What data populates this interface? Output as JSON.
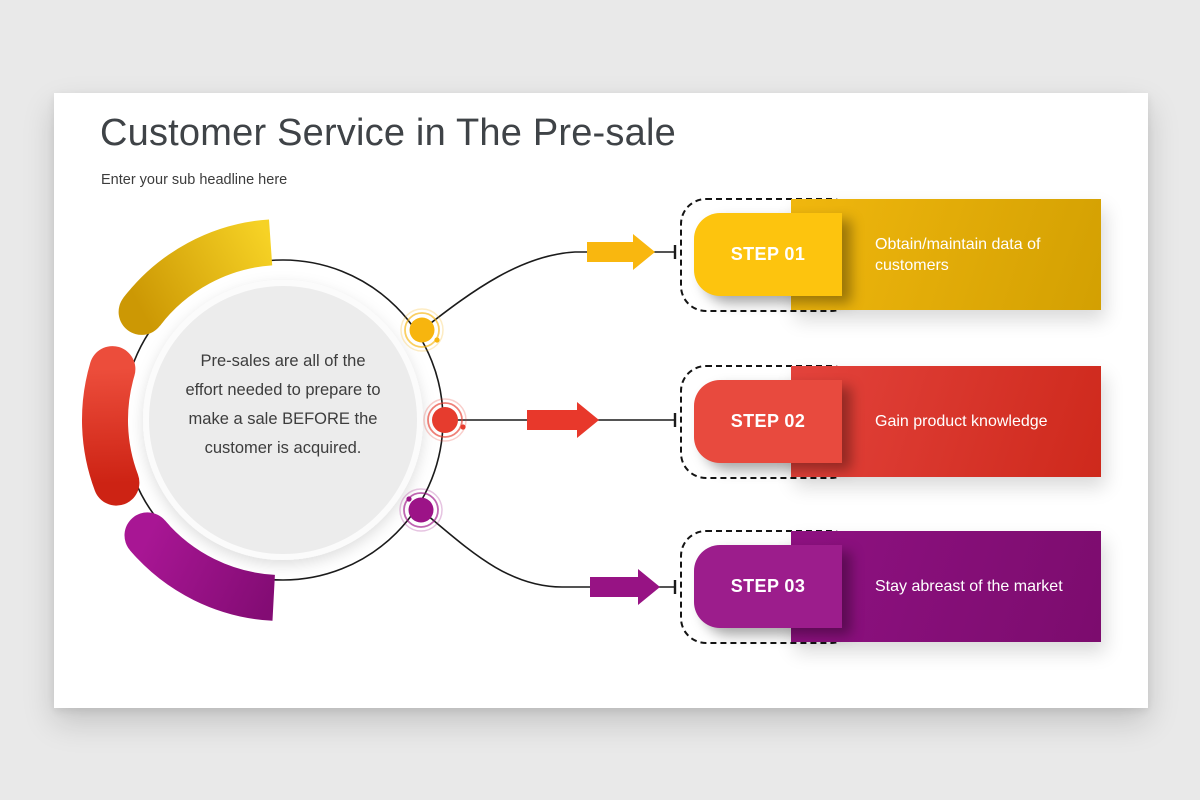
{
  "page": {
    "background_color": "#e9e9e9"
  },
  "slide": {
    "title": "Customer Service in The Pre-sale",
    "subtitle": "Enter your sub headline here",
    "background_color": "#ffffff"
  },
  "hub": {
    "description_lines": [
      "Pre-sales are all of the",
      "effort needed to prepare to",
      "make a sale BEFORE the",
      "customer is acquired."
    ],
    "outline_color": "#1b1b1b",
    "circle_fill": "#ececec",
    "arc_colors": {
      "yellow": [
        "#f6d225",
        "#cc9804"
      ],
      "red": [
        "#ec4d3b",
        "#cd2314"
      ],
      "purple": [
        "#a81694",
        "#830c74"
      ]
    }
  },
  "steps": [
    {
      "label": "STEP 01",
      "text": "Obtain/maintain data of\ncustomers",
      "label_color": "#fdc40e",
      "bar_gradient": [
        "#f0b70e",
        "#d3a002"
      ],
      "arrow_color": "#f9b70f",
      "dot_color": "#f7b50e"
    },
    {
      "label": "STEP 02",
      "text": "Gain product knowledge",
      "label_color": "#e84a3e",
      "bar_gradient": [
        "#e3433c",
        "#ce291c"
      ],
      "arrow_color": "#e8382b",
      "dot_color": "#e63c2e"
    },
    {
      "label": "STEP 03",
      "text": "Stay abreast of the market",
      "label_color": "#9c1d8c",
      "bar_gradient": [
        "#8e1181",
        "#7c0c6e"
      ],
      "arrow_color": "#971384",
      "dot_color": "#9c1387"
    }
  ]
}
